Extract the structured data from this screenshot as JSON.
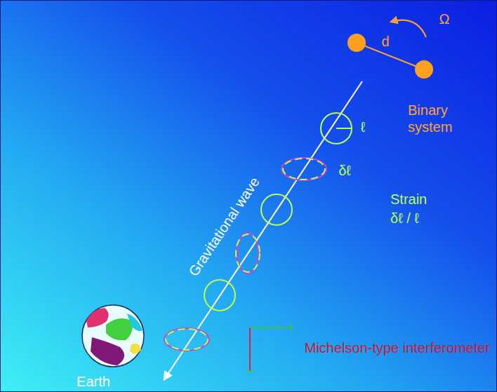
{
  "diagram": {
    "labels": [
      "Ω",
      "d",
      "Binary system",
      "ℓ",
      "δℓ",
      "Strain",
      "δℓ / ℓ",
      "Gravitational wave",
      "Earth",
      "Michelson-type interferometer"
    ]
  }
}
